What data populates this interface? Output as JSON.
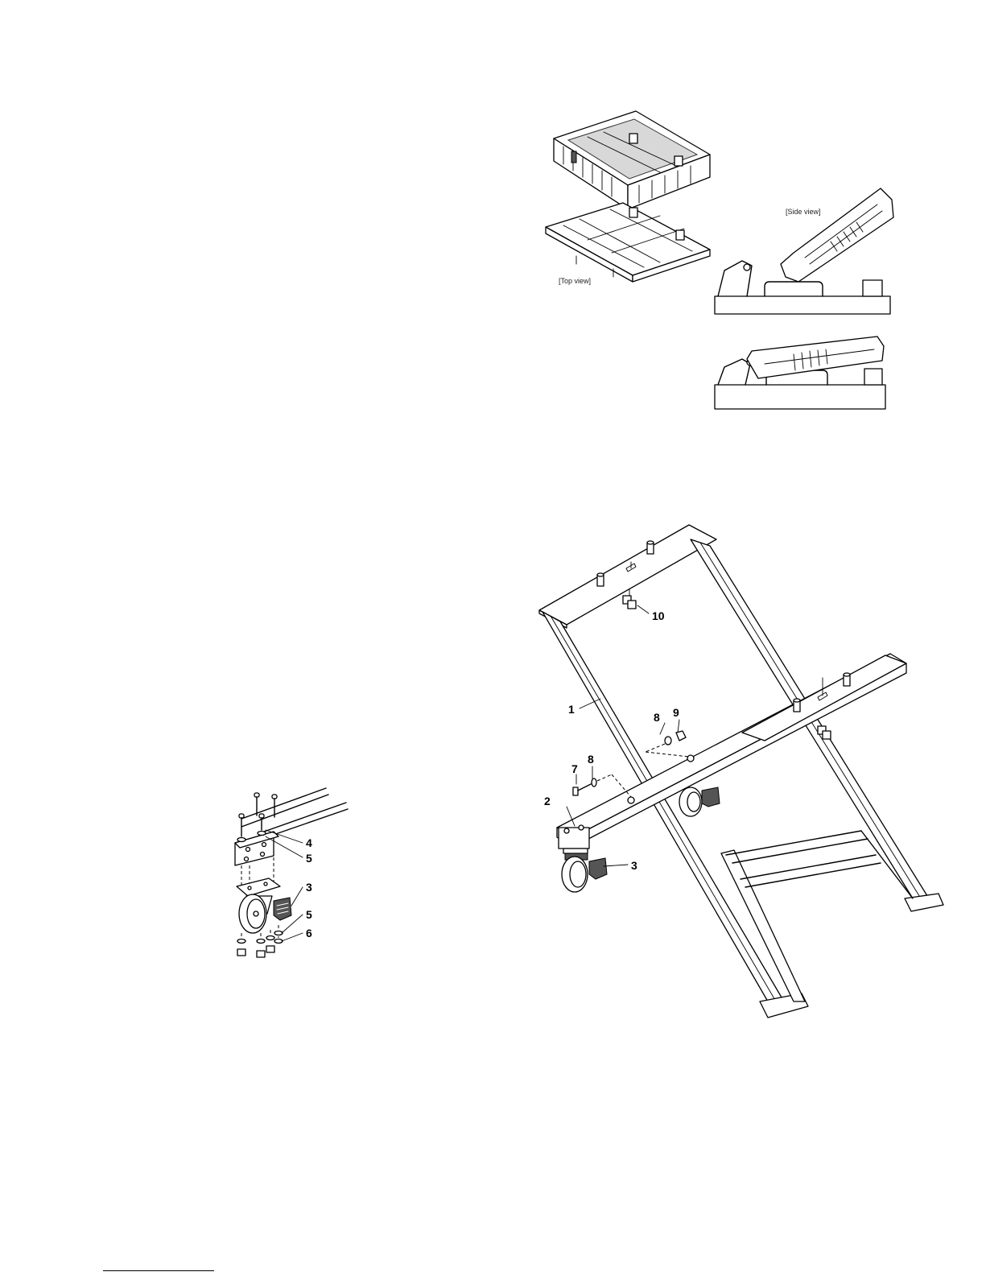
{
  "tray_figure": {
    "top_view_caption": "[Top view]",
    "side_view_caption": "[Side view]"
  },
  "caster_figure": {
    "callouts": [
      "4",
      "5",
      "3",
      "5",
      "6"
    ]
  },
  "stand_figure": {
    "callouts": [
      "10",
      "1",
      "8",
      "9",
      "7",
      "8",
      "2",
      "3"
    ]
  }
}
